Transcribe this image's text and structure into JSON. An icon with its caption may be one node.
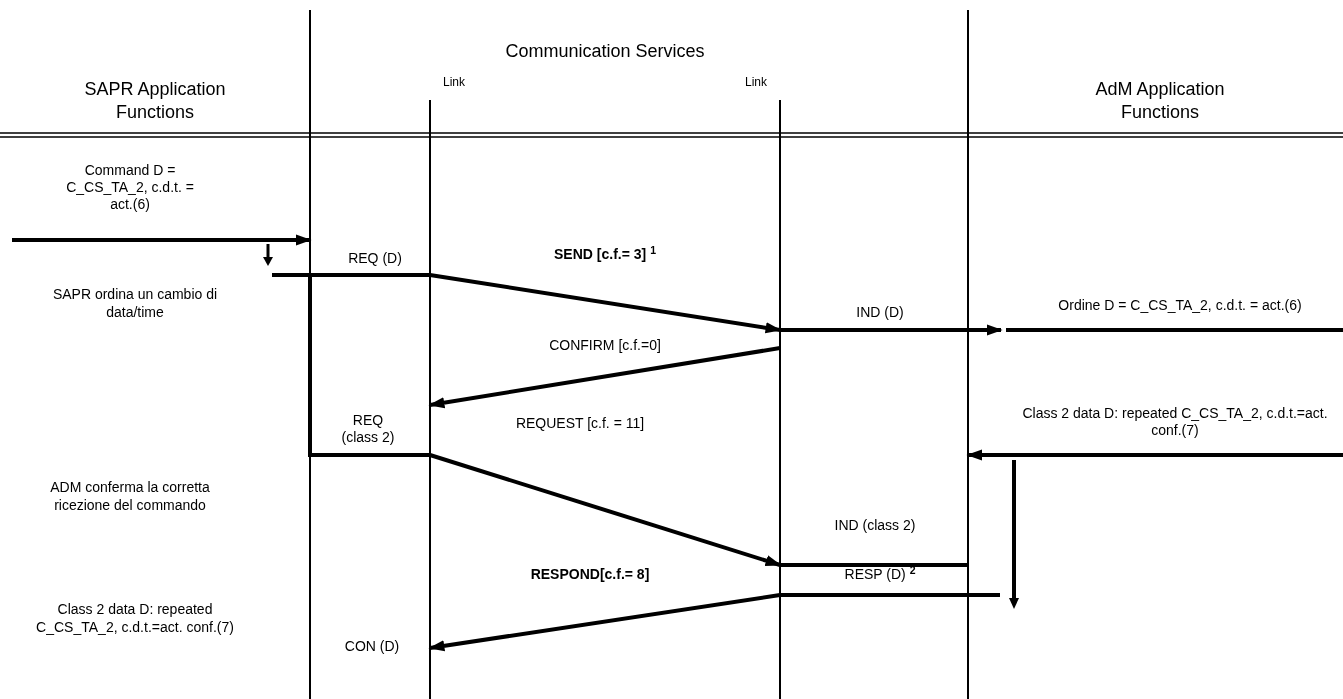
{
  "diagram": {
    "nodes": [
      {
        "text": [],
        "shape": "bar"
      },
      {
        "text": [],
        "shape": "bar",
        "beside": [
          "Link"
        ]
      },
      {
        "text": [],
        "shape": "bar",
        "beside": [
          "Link"
        ]
      },
      {
        "text": [],
        "shape": "bar"
      }
    ],
    "edges": [
      {
        "from": null,
        "to": 0,
        "arrow": "to",
        "label": "Command  D = C_CS_TA_2, c.d.t. = act.(6)"
      },
      {
        "from": 0,
        "to": 1,
        "arrow": "none",
        "label": "REQ (D)"
      },
      {
        "from": 1,
        "to": 2,
        "arrow": "to",
        "label": "**SEND [c.f.= 3]** $^{1}$"
      },
      {
        "from": 2,
        "to": 3,
        "arrow": "to",
        "label": "IND (D)"
      },
      {
        "from": 2,
        "to": 1,
        "arrow": "to",
        "label": "CONFIRM [c.f.=0]"
      },
      {
        "from": 0,
        "to": 1,
        "arrow": "none",
        "label": "REQ (class 2)"
      },
      {
        "from": 1,
        "to": 2,
        "arrow": "to",
        "label": "REQUEST [c.f. = 11]"
      },
      {
        "from": null,
        "to": 3,
        "arrow": "to",
        "label": "Class 2 data D: repeated C_CS_TA_2, c.d.t.=act. conf.(7)"
      },
      {
        "from": 2,
        "to": 3,
        "arrow": "none",
        "label": "IND (class 2)"
      },
      {
        "from": 2,
        "to": null,
        "arrow": "none",
        "label": "RESP (D) $^{2}$"
      },
      {
        "from": 2,
        "to": 1,
        "arrow": "to",
        "label": "**RESPOND[c.f.= 8]**"
      }
    ],
    "labels": [
      "SAPR Application Functions",
      "Communication Services",
      "AdM Application Functions",
      "SAPR ordina un cambio di data/time",
      "Ordine D = C_CS_TA_2, c.d.t. = act.(6)",
      "ADM conferma la corretta ricezione del commando",
      "CON (D)",
      "Class 2 data D: repeated C_CS_TA_2, c.d.t.=act. conf.(7)"
    ]
  }
}
